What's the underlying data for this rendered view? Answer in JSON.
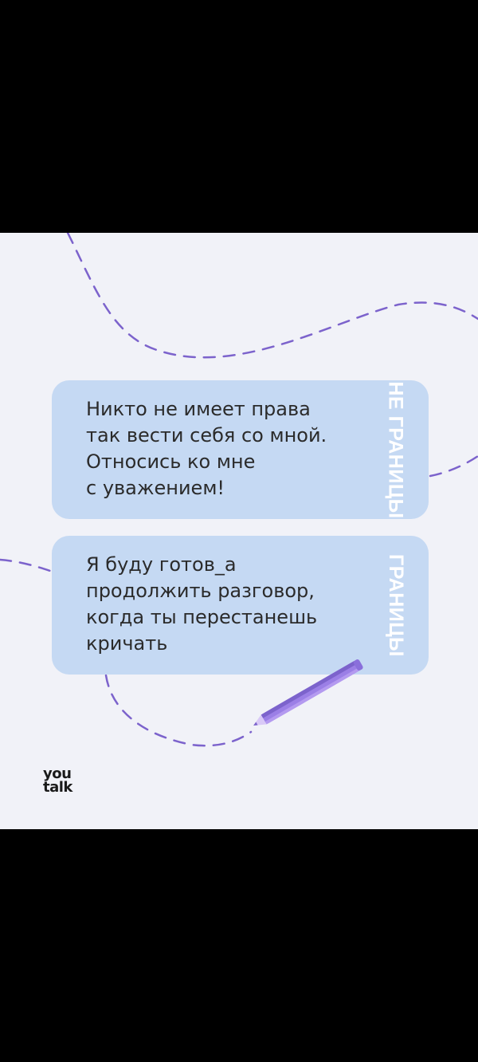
{
  "slide": {
    "background": "#f1f2f8",
    "accent_color": "#7c63cc",
    "pencil_icon": "pencil-icon"
  },
  "cards": [
    {
      "text": "Никто не имеет права\nтак вести себя со мной.\nОтносись ко мне\nс уважением!",
      "label": "НЕ ГРАНИЦЫ",
      "background": "#c5d9f3"
    },
    {
      "text": "Я буду готов_а\nпродолжить разговор,\nкогда ты перестанешь\nкричать",
      "label": "ГРАНИЦЫ",
      "background": "#c5d9f3"
    }
  ],
  "logo": {
    "line1": "you",
    "line2": "talk"
  }
}
